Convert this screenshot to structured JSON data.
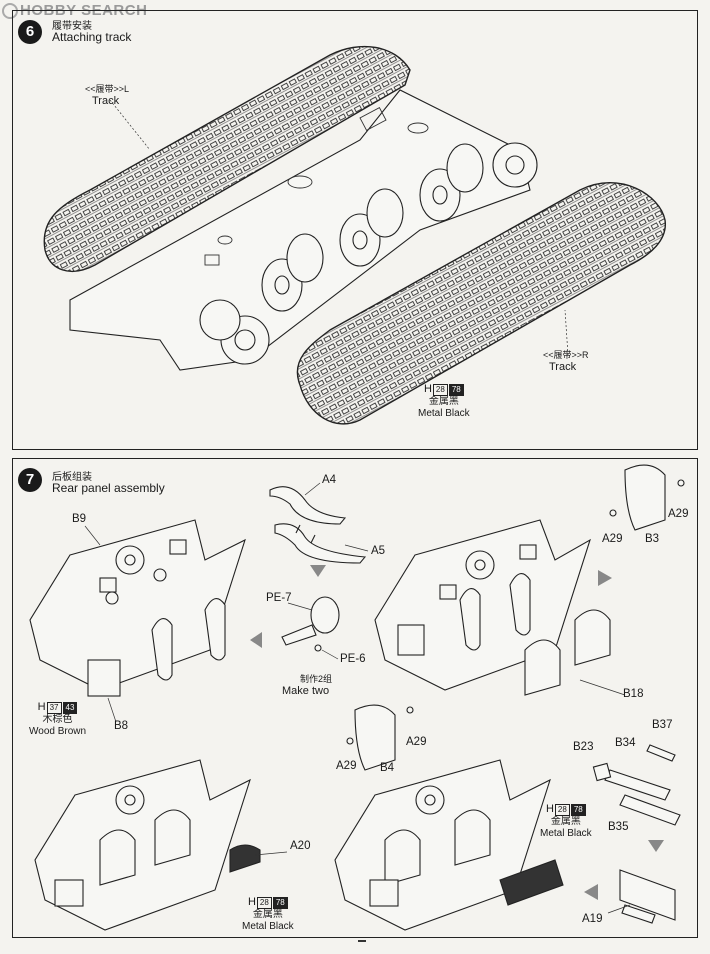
{
  "watermark": "HOBBY SEARCH",
  "step6": {
    "number": "6",
    "title_cn": "履带安装",
    "title_en": "Attaching track",
    "label_left_cn": "<<履带>>L",
    "label_left_en": "Track",
    "label_right_cn": "<<履带>>R",
    "label_right_en": "Track",
    "paint": {
      "prefix": "H",
      "code1": "28",
      "code2": "78",
      "name_cn": "金属黑",
      "name_en": "Metal Black"
    }
  },
  "step7": {
    "number": "7",
    "title_cn": "后板组装",
    "title_en": "Rear panel assembly",
    "parts": {
      "b9": "B9",
      "a4": "A4",
      "a5": "A5",
      "pe7": "PE-7",
      "pe6": "PE-6",
      "make_two_cn": "制作2组",
      "make_two_en": "Make two",
      "b8": "B8",
      "a29_r1": "A29",
      "a29_r2": "A29",
      "b3": "B3",
      "b18": "B18",
      "a29_c1": "A29",
      "a29_c2": "A29",
      "b4": "B4",
      "b37": "B37",
      "b34": "B34",
      "b23": "B23",
      "b35": "B35",
      "a20": "A20",
      "a19": "A19"
    },
    "paint_wood": {
      "prefix": "H",
      "code1": "37",
      "code2": "43",
      "name_cn": "木棕色",
      "name_en": "Wood Brown"
    },
    "paint_metal1": {
      "prefix": "H",
      "code1": "28",
      "code2": "78",
      "name_cn": "金属黑",
      "name_en": "Metal Black"
    },
    "paint_metal2": {
      "prefix": "H",
      "code1": "28",
      "code2": "78",
      "name_cn": "金属黑",
      "name_en": "Metal Black"
    }
  }
}
